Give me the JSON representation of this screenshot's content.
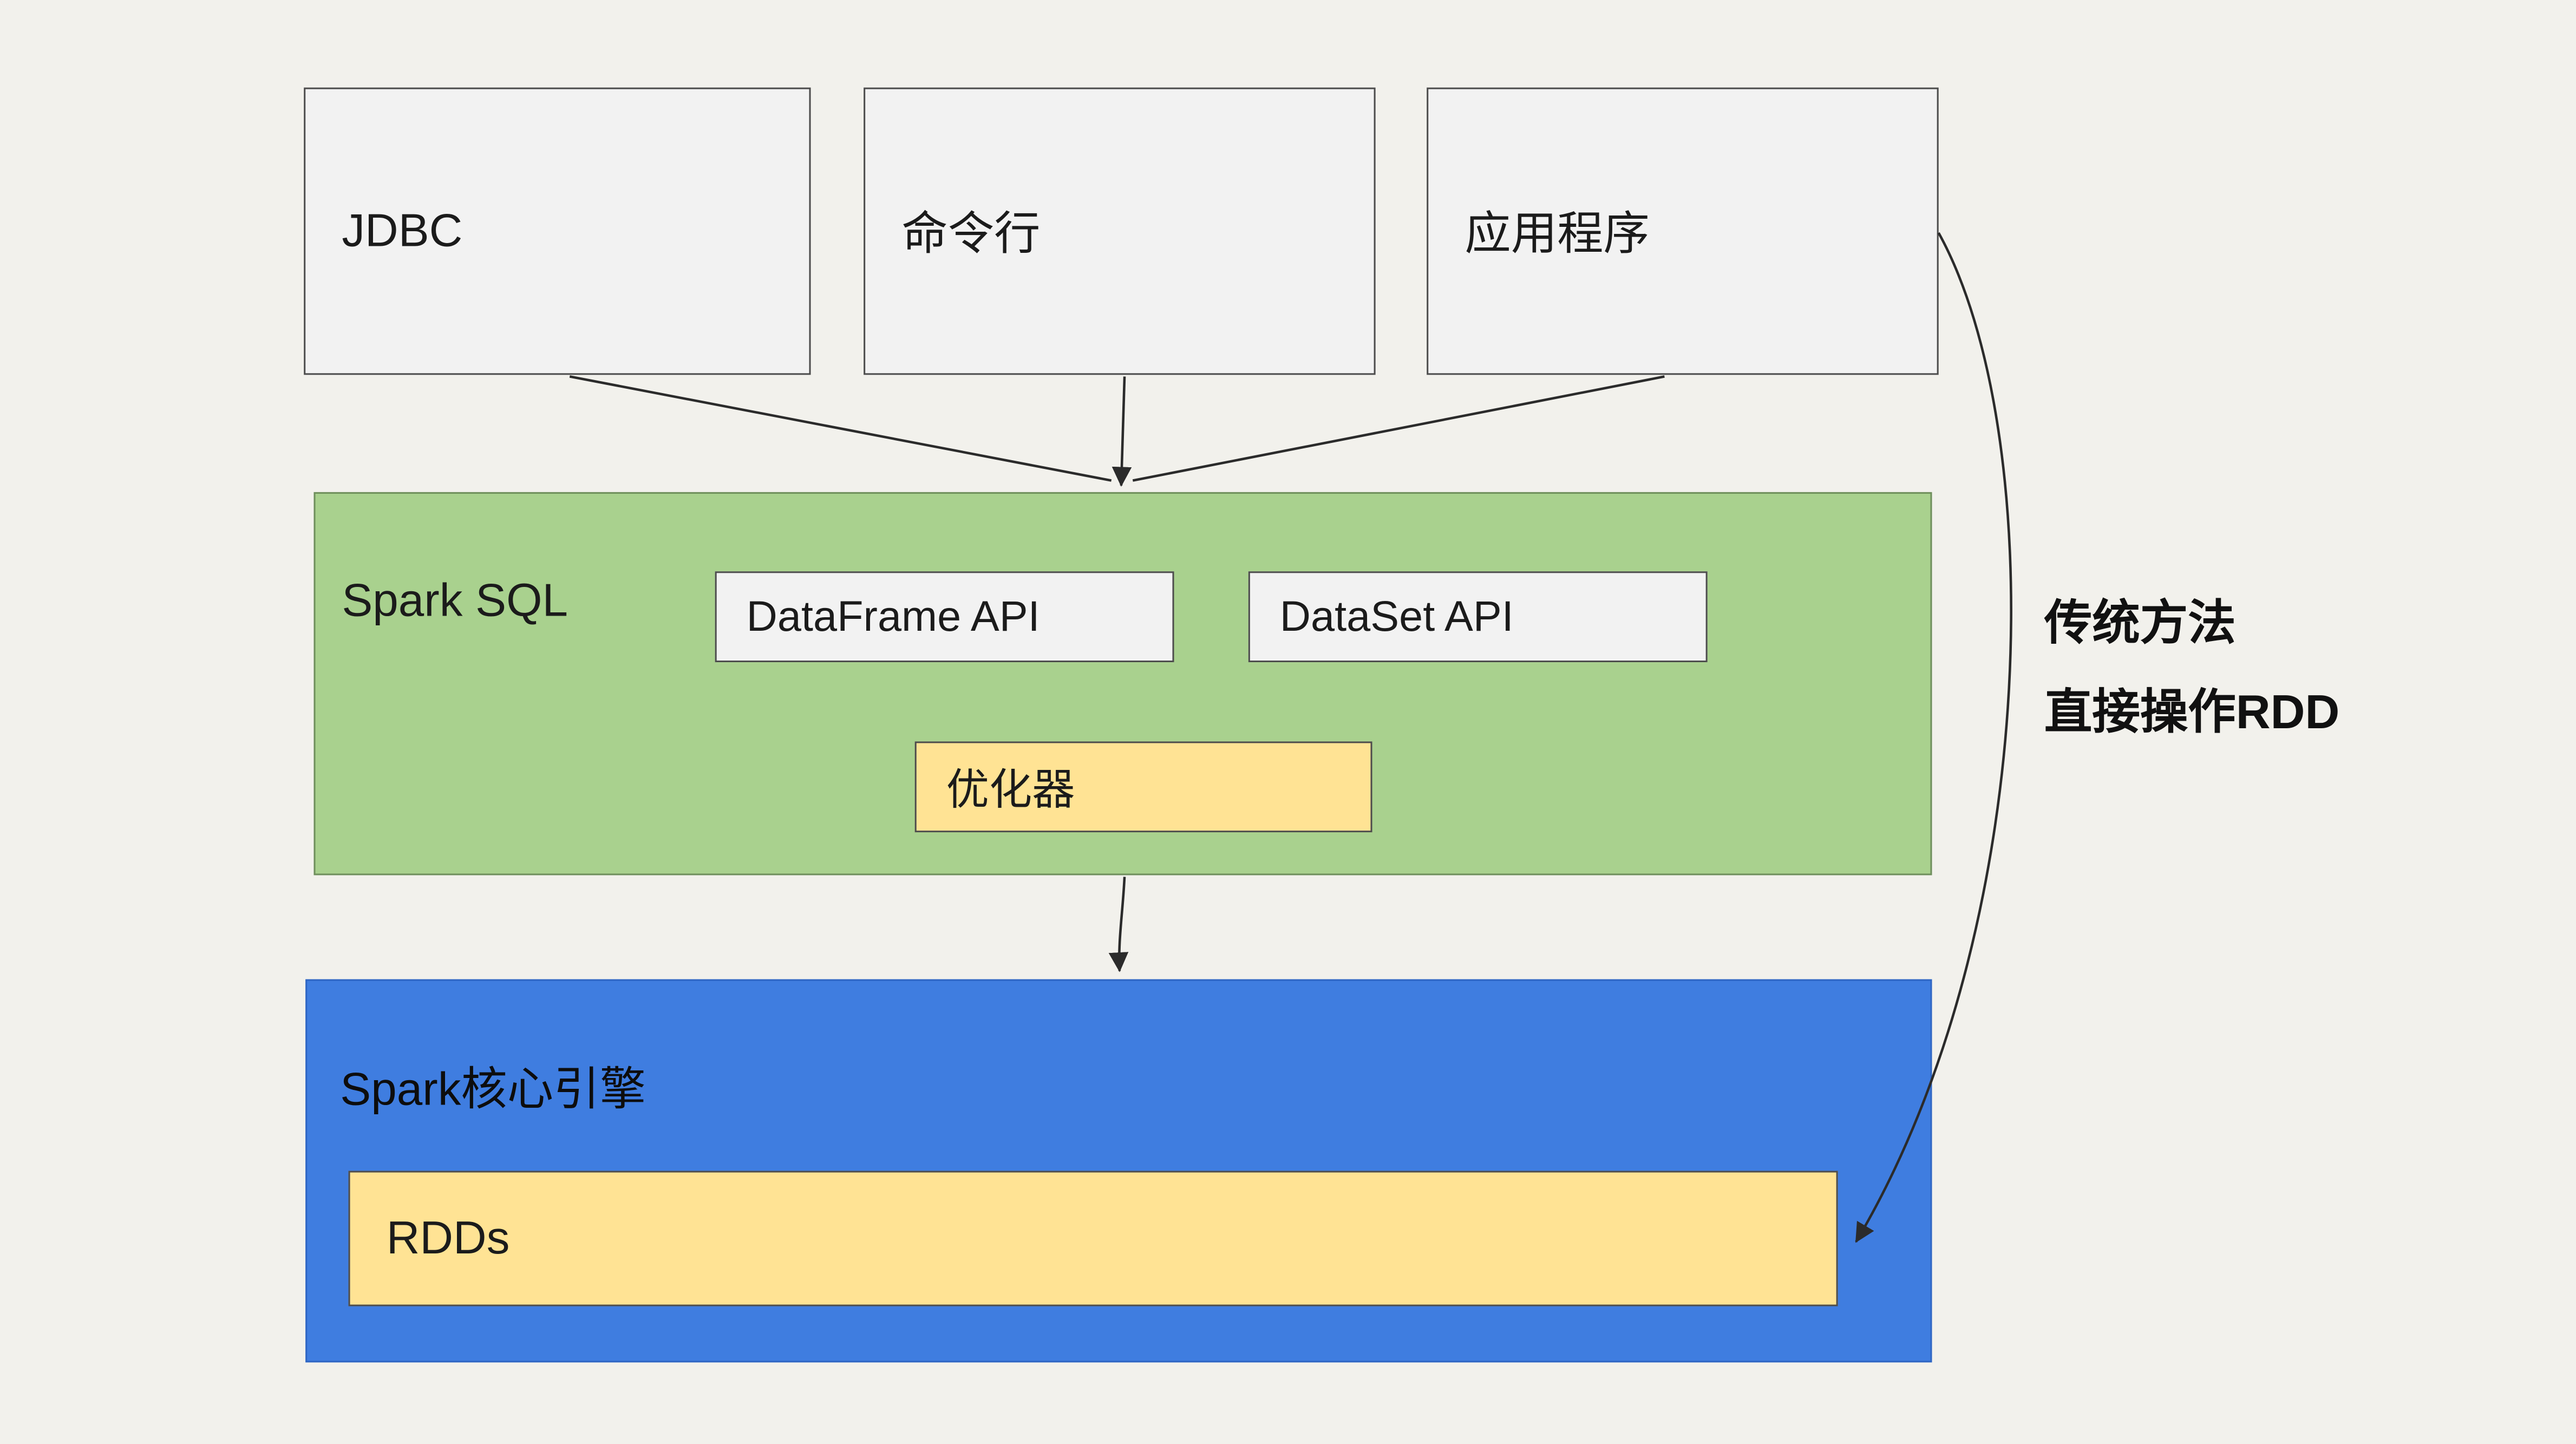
{
  "colors": {
    "background": "#f2f1ec",
    "box_gray": "#f2f2f2",
    "green": "#a9d18e",
    "yellow": "#ffe394",
    "blue": "#3f7de0",
    "border": "#4d4d4d"
  },
  "top_boxes": [
    {
      "label": "JDBC"
    },
    {
      "label": "命令行"
    },
    {
      "label": "应用程序"
    }
  ],
  "spark_sql": {
    "label": "Spark SQL",
    "dataframe_api": "DataFrame API",
    "dataset_api": "DataSet API",
    "optimizer": "优化器"
  },
  "core": {
    "label": "Spark核心引擎",
    "rdd": "RDDs"
  },
  "annotation": {
    "line1": "传统方法",
    "line2": "直接操作RDD"
  }
}
